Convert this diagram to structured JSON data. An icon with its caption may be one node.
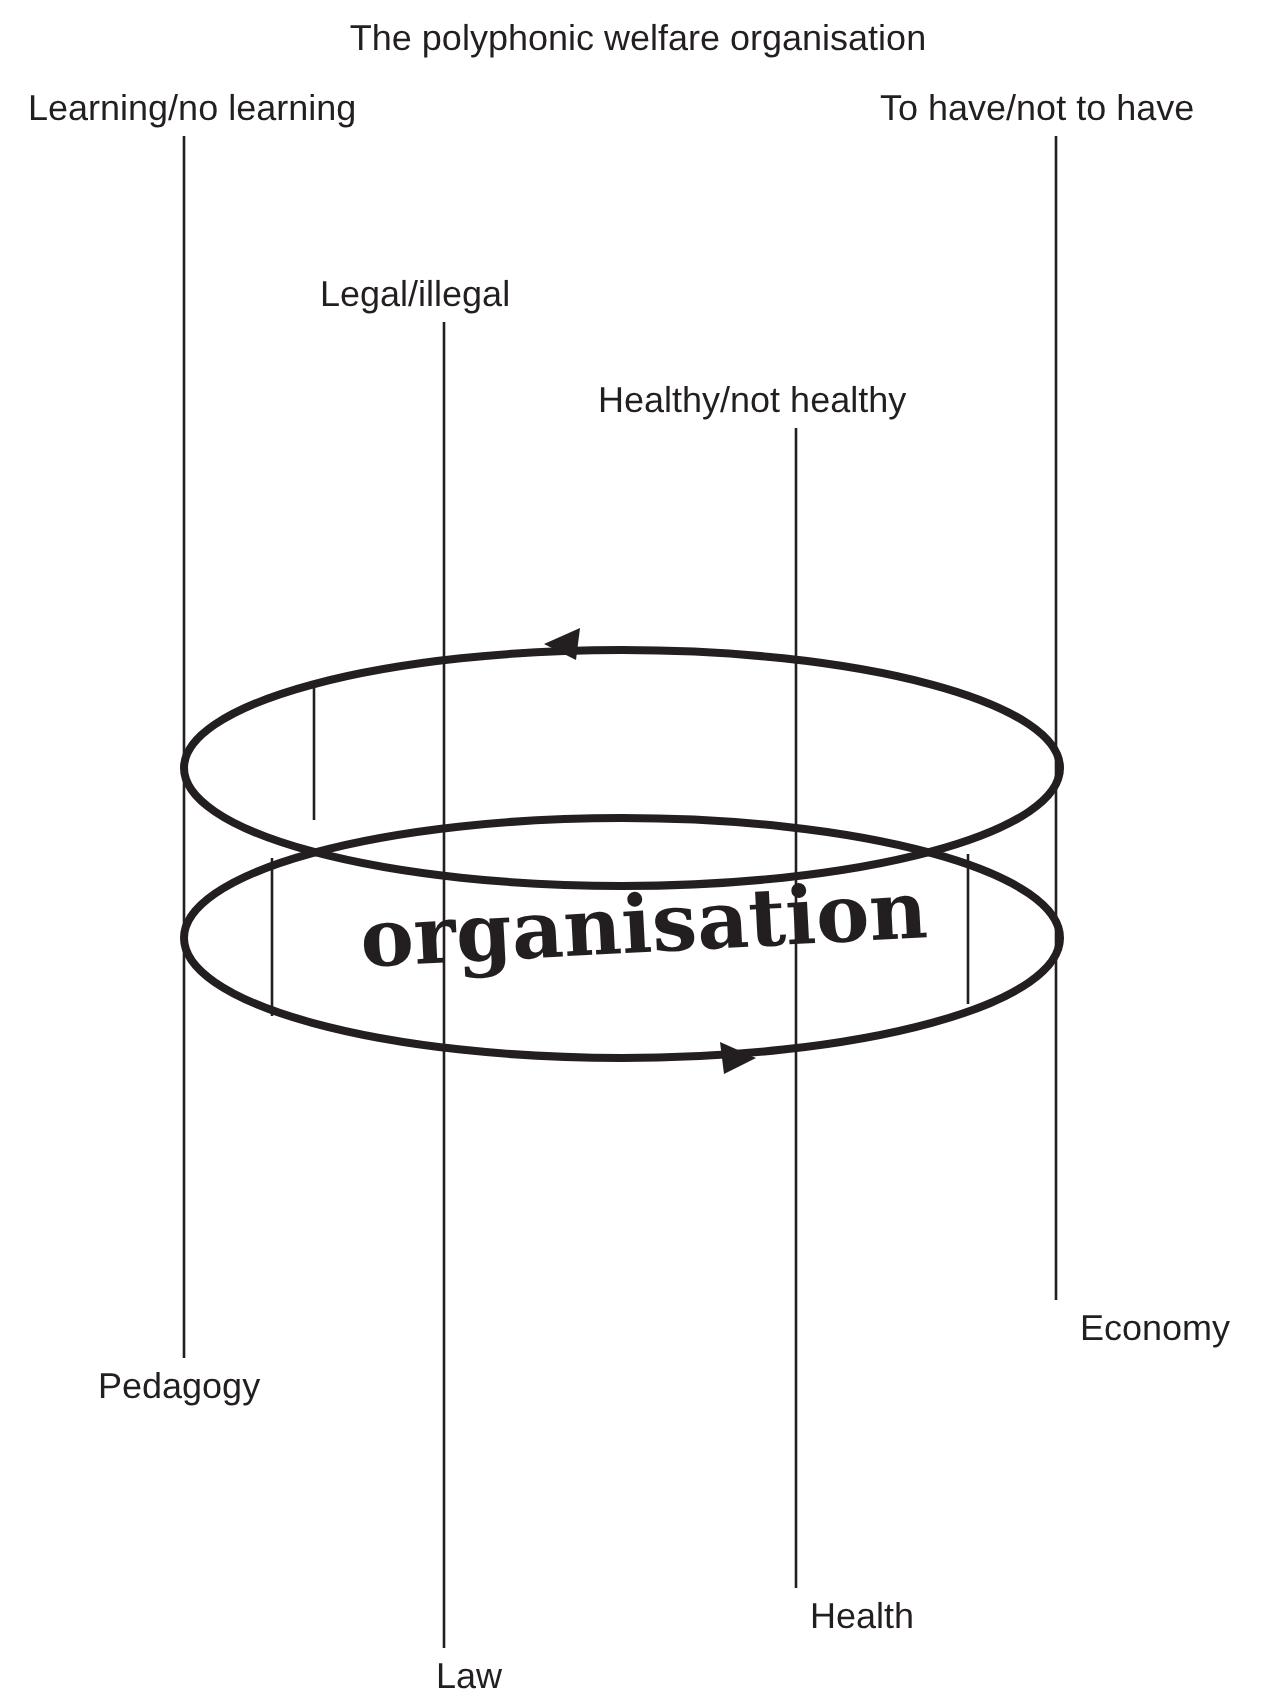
{
  "diagram": {
    "title": "The polyphonic welfare organisation",
    "nodes": [
      {
        "text": [
          "Learning/no learning"
        ]
      },
      {
        "text": [
          "Legal/illegal"
        ]
      },
      {
        "text": [
          "Healthy/not healthy"
        ]
      },
      {
        "text": [
          "To have/not to have"
        ]
      },
      {
        "text": [
          "Pedagogy"
        ]
      },
      {
        "text": [
          "Law"
        ]
      },
      {
        "text": [
          "Health"
        ]
      },
      {
        "text": [
          "Economy"
        ]
      },
      {
        "text": [
          "organisation"
        ]
      }
    ],
    "edges": [
      {
        "from": 0,
        "to": 4,
        "arrow": "none"
      },
      {
        "from": 1,
        "to": 5,
        "arrow": "none"
      },
      {
        "from": 2,
        "to": 6,
        "arrow": "none"
      },
      {
        "from": 3,
        "to": 7,
        "arrow": "none"
      }
    ]
  }
}
